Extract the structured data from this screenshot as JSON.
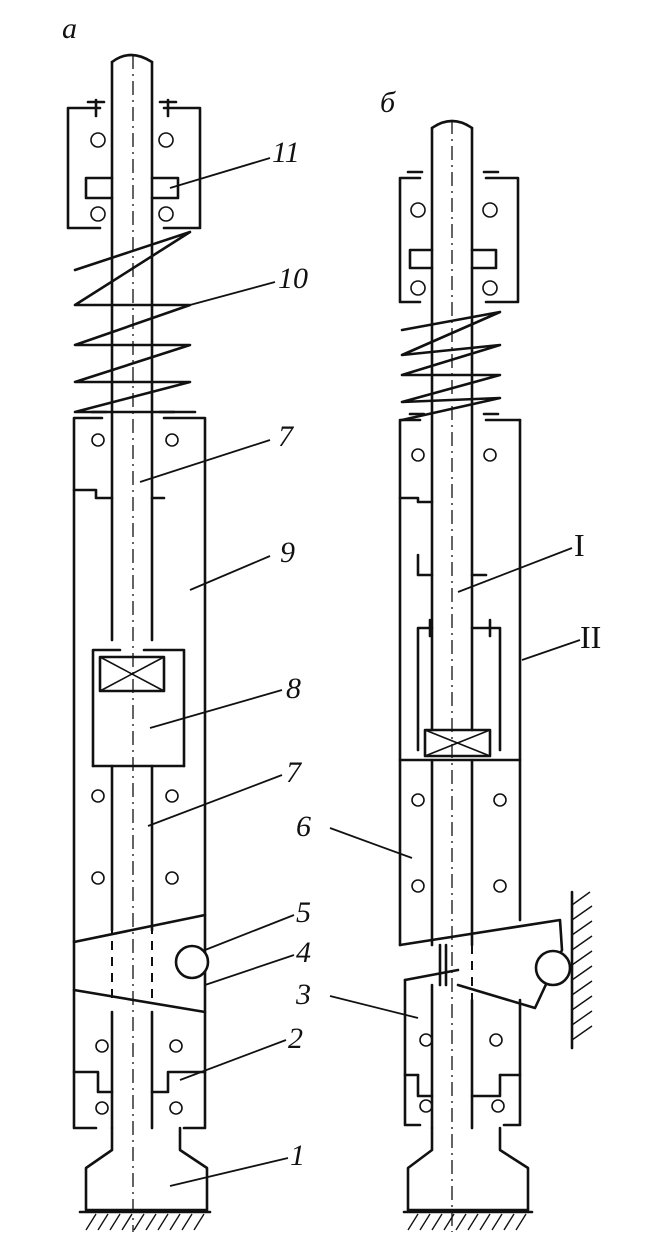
{
  "figure": {
    "panel_a": {
      "letter": "a"
    },
    "panel_b": {
      "letter": "б"
    },
    "labels": {
      "n1": "1",
      "n2": "2",
      "n3": "3",
      "n4": "4",
      "n5": "5",
      "n6": "6",
      "n7a": "7",
      "n7b": "7",
      "n8": "8",
      "n9": "9",
      "n10": "10",
      "n11": "11",
      "roman1": "I",
      "roman2": "II"
    }
  }
}
